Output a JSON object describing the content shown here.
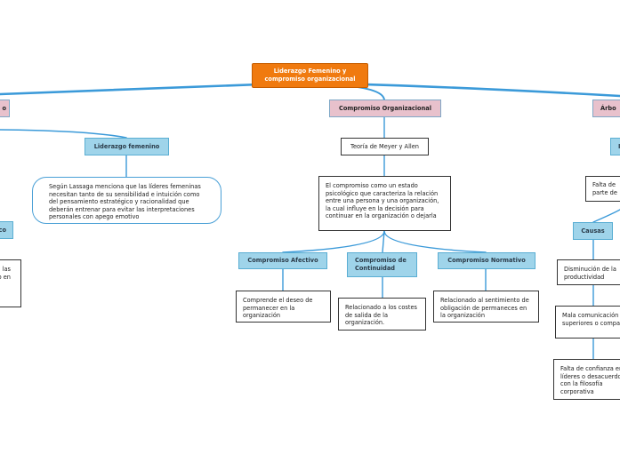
{
  "root": {
    "label": "Liderazgo Femenino y compromiso organizacional"
  },
  "left_branch": {
    "topic_partial": "o",
    "subtopic": "Liderazgo femenino",
    "note": "Según Lassaga menciona que las líderes femeninas necesitan tanto de su sensibilidad e intuición como del pensamiento estratégico y racionalidad que deberán entrenar para evitar las interpretaciones personales con apego emotivo",
    "partial_blue": "co",
    "partial_white_lines": [
      "las",
      "o en"
    ]
  },
  "center_branch": {
    "topic": "Compromiso Organizacional",
    "theory": "Teoría de Meyer y Allen",
    "definition": "El compromiso como un estado psicológico que caracteriza la relación entre una persona y una organización, la cual influye en la decisión para continuar en la organización o dejarla",
    "types": [
      {
        "label": "Compromiso Afectivo",
        "description": "Comprende el deseo de permanecer en la organización"
      },
      {
        "label": "Compromiso de Continuidad",
        "description": "Relacionado a los costes de salida de la organización."
      },
      {
        "label": "Compromiso Normativo",
        "description": "Relacionado al sentimiento de obligación de permaneces en la organización"
      }
    ]
  },
  "right_branch": {
    "topic_partial": "Árbo",
    "sub_partial": "I",
    "note_partial_lines": [
      "Falta de",
      "parte de"
    ],
    "causes_label": "Causas",
    "causes": [
      "Disminución de la productividad",
      "Mala comunicación con superiores o compañeros",
      "Falta de confianza en los líderes o desacuerdos con la filosofía corporativa"
    ]
  },
  "colors": {
    "root_fill": "#f07a0f",
    "topic_fill": "#e8c1cc",
    "subtopic_fill": "#9fd4ea",
    "connector": "#3b9ad9"
  }
}
